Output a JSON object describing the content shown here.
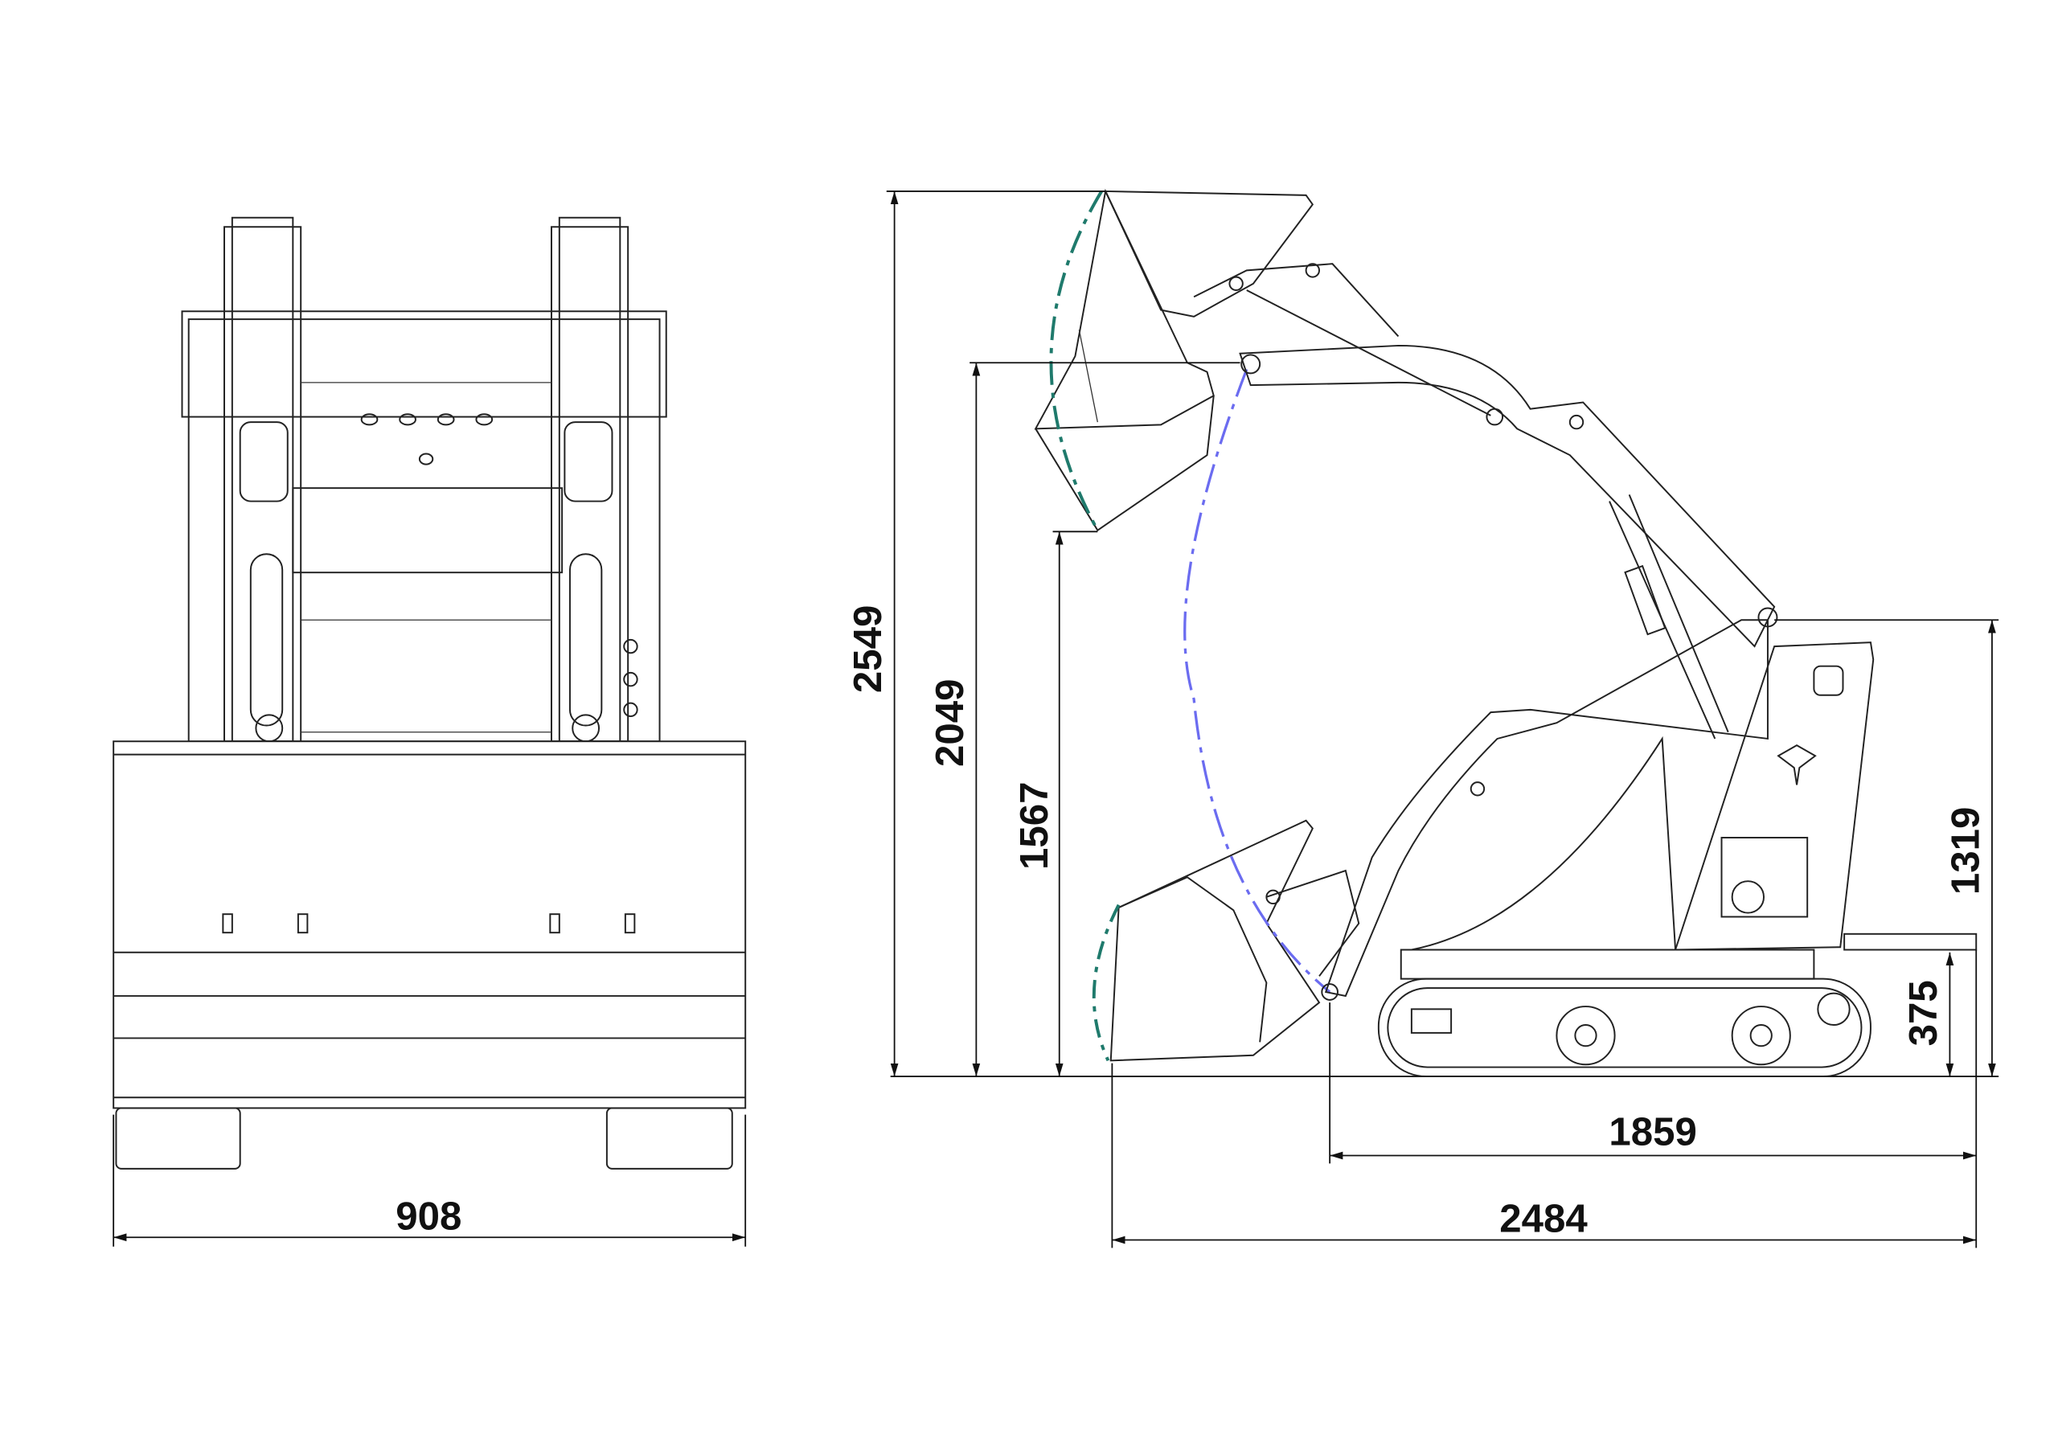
{
  "drawing": {
    "front_view": {
      "width_label": "908"
    },
    "side_view": {
      "max_height_label": "2549",
      "hinge_pin_height_label": "2049",
      "dump_height_label": "1567",
      "machine_height_label": "1319",
      "step_height_label": "375",
      "machine_length_label": "1859",
      "overall_length_label": "2484"
    },
    "colors": {
      "bucket_arc": "#1f7a6c",
      "pin_path_arc": "#6b6cf0",
      "line": "#222222"
    }
  }
}
